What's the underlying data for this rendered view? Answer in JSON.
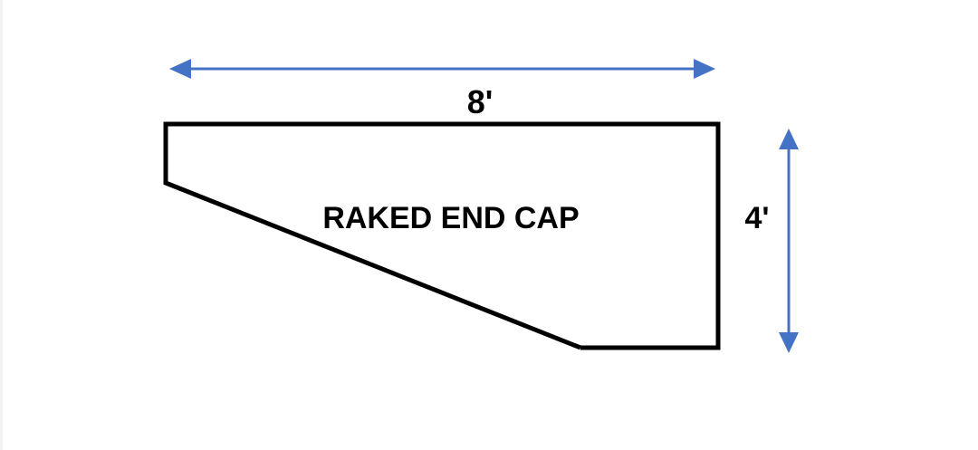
{
  "diagram": {
    "shape_label": "RAKED END CAP",
    "width_label": "8'",
    "height_label": "4'"
  },
  "colors": {
    "outline": "#000000",
    "arrow": "#4472C4",
    "background": "#ffffff"
  }
}
